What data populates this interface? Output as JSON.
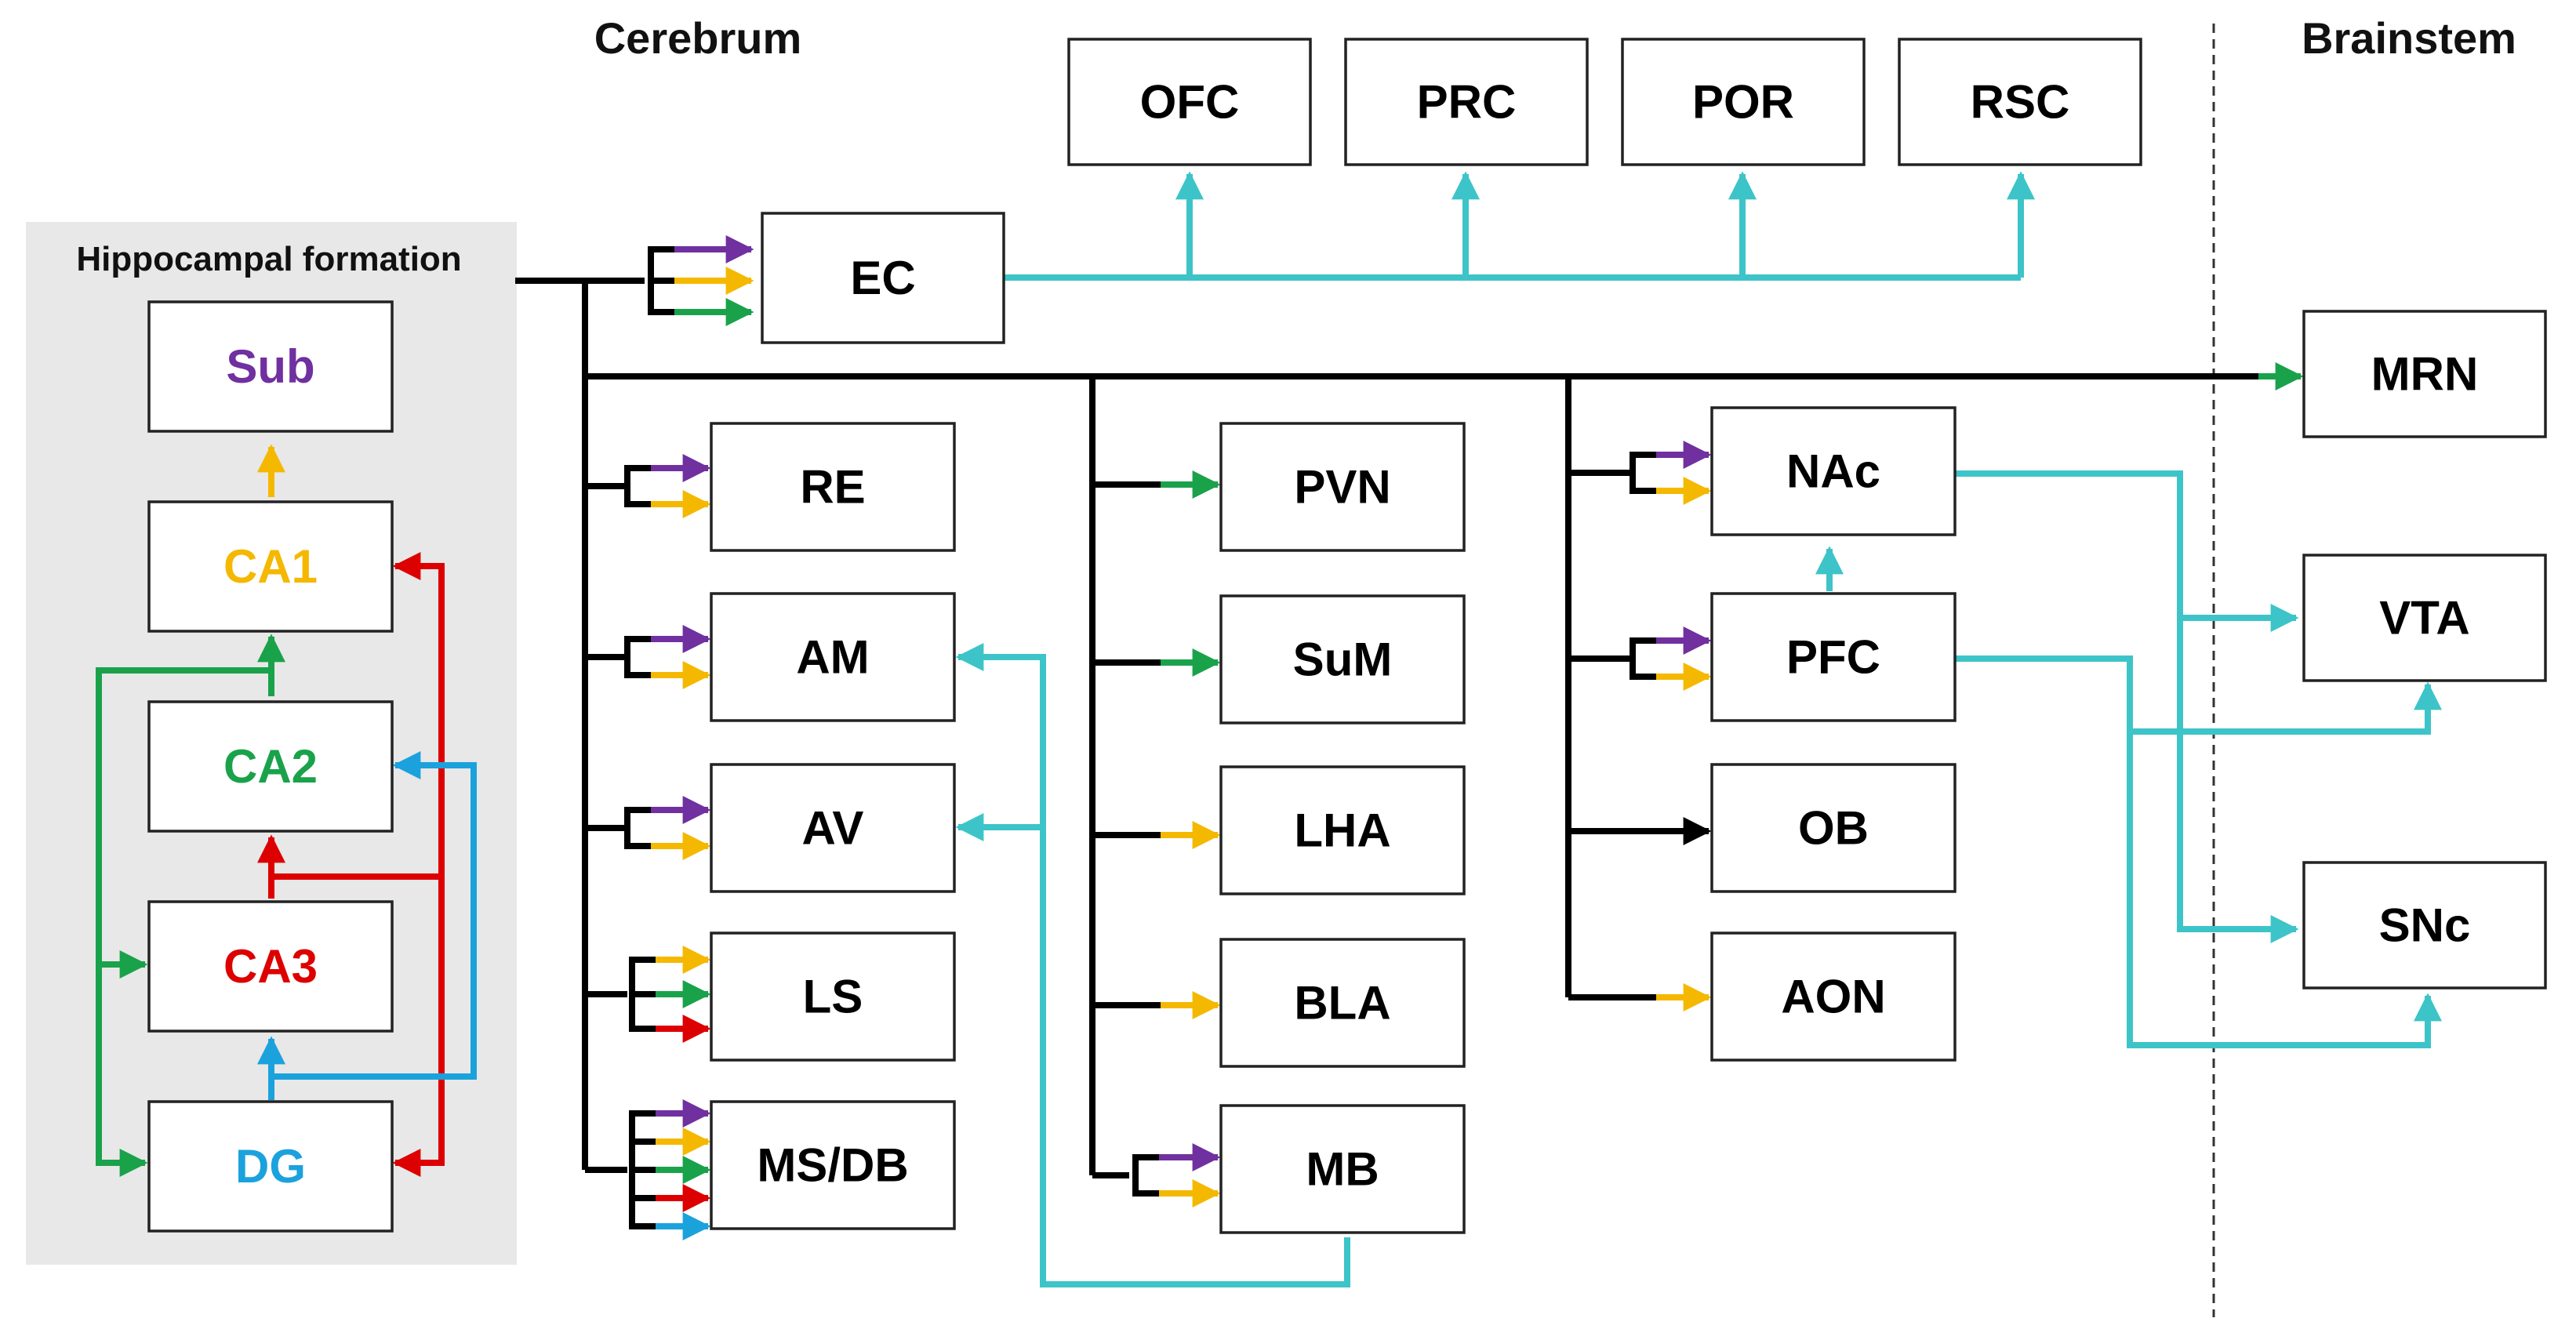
{
  "headers": {
    "cerebrum": "Cerebrum",
    "brainstem": "Brainstem"
  },
  "hippocampal_formation": {
    "title": "Hippocampal formation"
  },
  "nodes": {
    "sub": "Sub",
    "ca1": "CA1",
    "ca2": "CA2",
    "ca3": "CA3",
    "dg": "DG",
    "ec": "EC",
    "ofc": "OFC",
    "prc": "PRC",
    "por": "POR",
    "rsc": "RSC",
    "re": "RE",
    "am": "AM",
    "av": "AV",
    "ls": "LS",
    "msdb": "MS/DB",
    "pvn": "PVN",
    "sum": "SuM",
    "lha": "LHA",
    "bla": "BLA",
    "mb": "MB",
    "nac": "NAc",
    "pfc": "PFC",
    "ob": "OB",
    "aon": "AON",
    "mrn": "MRN",
    "vta": "VTA",
    "snc": "SNc"
  },
  "colors": {
    "sub": "#7030a0",
    "ca1": "#f5b800",
    "ca2": "#1aa24b",
    "ca3": "#dd0000",
    "dg": "#1ba2dd",
    "teal": "#3dc4c8",
    "black": "#000000",
    "panel": "#e8e8e8"
  },
  "connections": {
    "hippocampal_to_ec": [
      "sub",
      "ca1",
      "ca2"
    ],
    "hippocampal_to_re": [
      "sub",
      "ca1"
    ],
    "hippocampal_to_am": [
      "sub",
      "ca1"
    ],
    "hippocampal_to_av": [
      "sub",
      "ca1"
    ],
    "hippocampal_to_ls": [
      "ca1",
      "ca2",
      "ca3"
    ],
    "hippocampal_to_msdb": [
      "sub",
      "ca1",
      "ca2",
      "ca3",
      "dg"
    ],
    "hippocampal_to_pvn": [
      "ca2"
    ],
    "hippocampal_to_sum": [
      "ca2"
    ],
    "hippocampal_to_lha": [
      "ca1"
    ],
    "hippocampal_to_bla": [
      "ca1"
    ],
    "hippocampal_to_mb": [
      "sub",
      "ca1"
    ],
    "hippocampal_to_nac": [
      "sub",
      "ca1"
    ],
    "hippocampal_to_pfc": [
      "sub",
      "ca1"
    ],
    "hippocampal_to_ob": [
      "black"
    ],
    "hippocampal_to_aon": [
      "ca1"
    ],
    "hippocampal_to_mrn": [
      "ca2"
    ]
  }
}
